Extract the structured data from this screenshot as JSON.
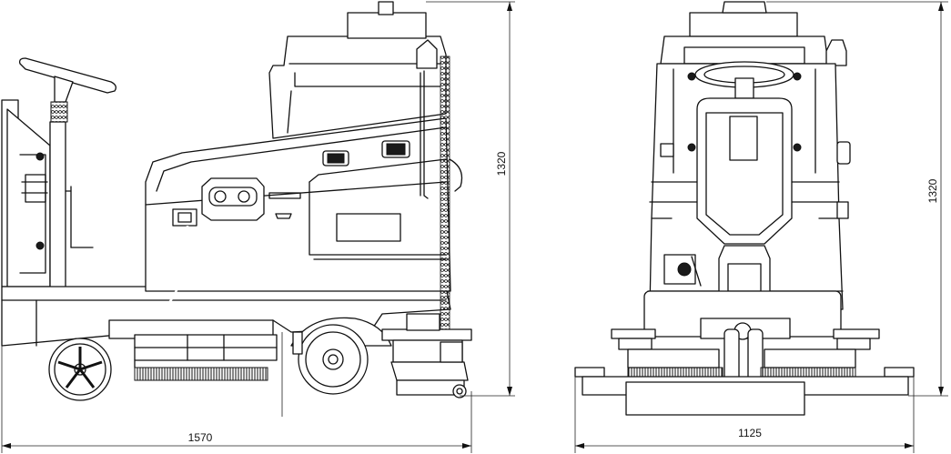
{
  "dimensions": {
    "side_length": "1570",
    "side_height": "1320",
    "front_height": "1320",
    "front_width": "1125"
  }
}
